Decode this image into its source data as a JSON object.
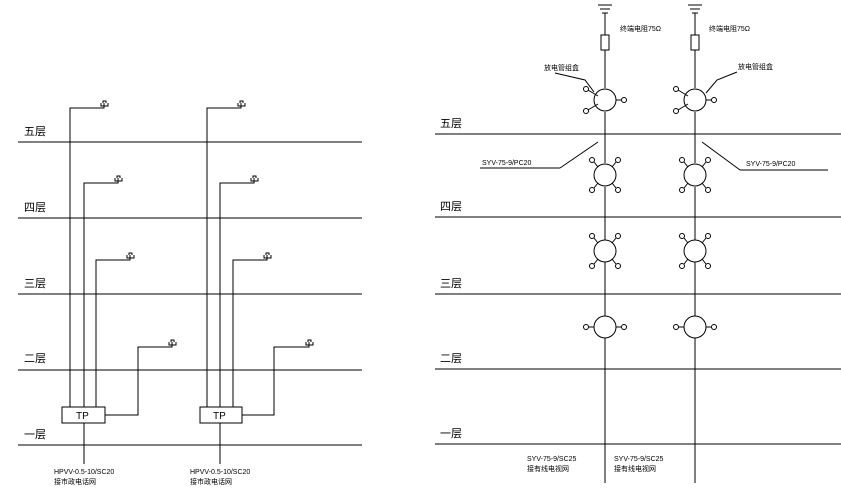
{
  "left_riser": {
    "floors": [
      "五层",
      "四层",
      "三层",
      "二层",
      "一层"
    ],
    "distribution_box_label": "TP",
    "cable_spec": "HPVV-0.5-10/SC20",
    "cable_note": "接市政电话网",
    "outlet_icon": "telephone-outlet-icon"
  },
  "right_riser": {
    "floors": [
      "五层",
      "四层",
      "三层",
      "二层",
      "一层"
    ],
    "terminator_label": "终端电阻75Ω",
    "amplifier_label_left": "放电管组盒",
    "amplifier_label_right": "放电管组盒",
    "floor_cable_label_left": "SYV-75-9/PC20",
    "floor_cable_label_right": "SYV-75-9/PC20",
    "incoming_cable_left": "SYV-75-9/SC25",
    "incoming_cable_right": "SYV-75-9/SC25",
    "incoming_note_left": "接有线电视网",
    "incoming_note_right": "接有线电视网",
    "splitter_icon": "tv-splitter-icon",
    "ground_icon": "ground-icon"
  }
}
